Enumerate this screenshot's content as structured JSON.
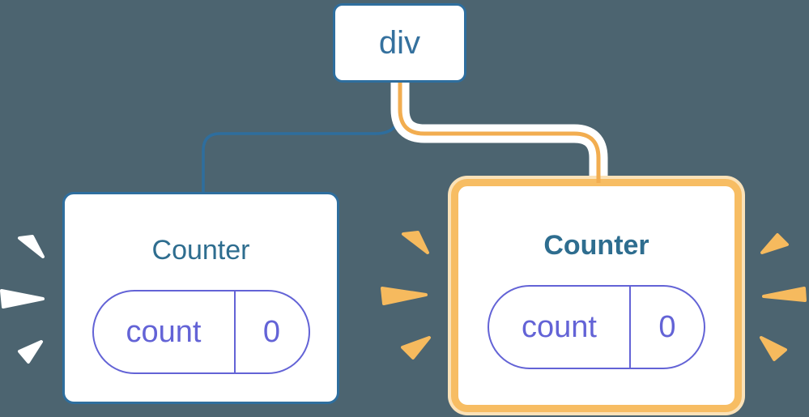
{
  "diagram": {
    "description": "React component tree: a div root element with two Counter child components, each holding state count = 0; the second Counter instance is highlighted",
    "background_color": "#4C6470",
    "root_node": {
      "label": "div"
    },
    "cards": [
      {
        "title": "Counter",
        "state_key": "count",
        "state_value": "0",
        "highlighted": false
      },
      {
        "title": "Counter",
        "state_key": "count",
        "state_value": "0",
        "highlighted": true
      }
    ],
    "colors": {
      "node_border_blue": "#2E6E9E",
      "node_text_blue": "#35719E",
      "card_title_text": "#2E6D8F",
      "state_pill_purple": "#6363D6",
      "highlight_border_orange": "#F7BD63",
      "highlight_outer_pale": "#FBE2B8",
      "edge_orange": "#F2AD50",
      "edge_blue": "#2E6E9E",
      "edge_casing_white": "#FFFFFF",
      "burst_white": "#FFFFFF",
      "burst_orange": "#F6BA5E",
      "card_background": "#FFFFFF"
    }
  }
}
